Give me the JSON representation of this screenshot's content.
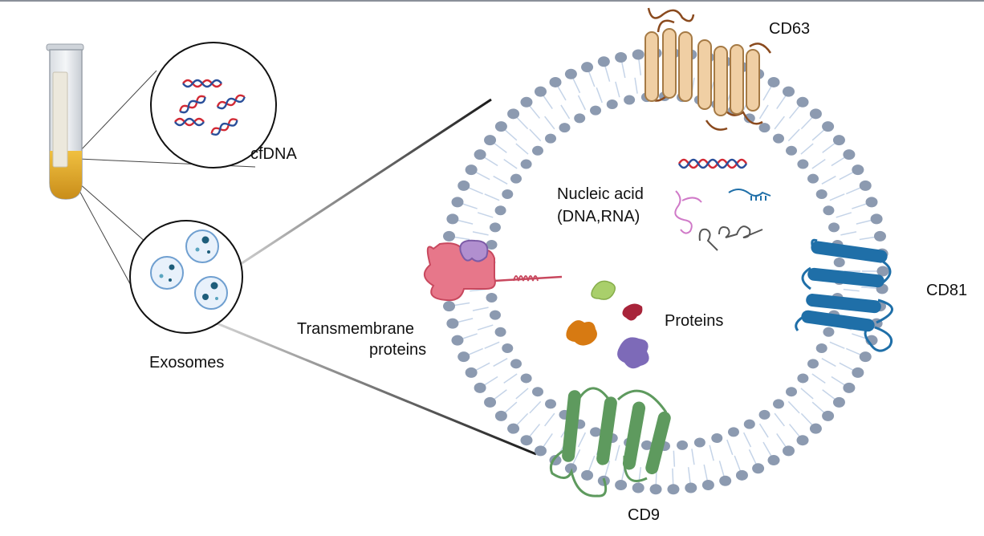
{
  "labels": {
    "cfdna": "cfDNA",
    "exosomes": "Exosomes",
    "cd63": "CD63",
    "cd81": "CD81",
    "cd9": "CD9",
    "nucleic_acid_line1": "Nucleic acid",
    "nucleic_acid_line2": "(DNA,RNA)",
    "proteins": "Proteins",
    "transmembrane_line1": "Transmembrane",
    "transmembrane_line2": "proteins"
  },
  "colors": {
    "lipid_head": "#8c9ab0",
    "lipid_tail": "#c5d4e8",
    "cd63": "#f0cfa4",
    "cd63_loop": "#8a4a1e",
    "cd81": "#1f6fa8",
    "cd9": "#5e9a5e",
    "plasma": "#e6b030",
    "dna_red": "#d22a35",
    "dna_blue": "#2a4f9a"
  },
  "icons": [
    "test-tube-icon",
    "dna-helix-icon",
    "exosome-vesicle-icon",
    "rna-hairpin-icon",
    "protein-blob-icon",
    "receptor-icon"
  ]
}
